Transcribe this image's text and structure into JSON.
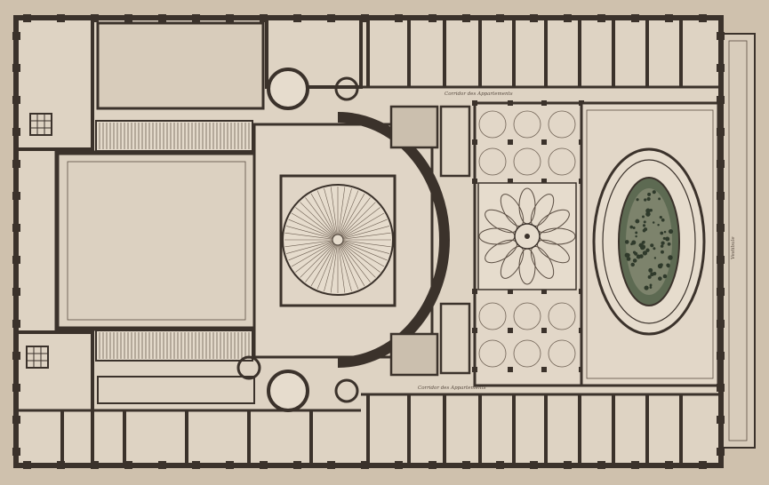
{
  "labels": {
    "upper_corridor": "Corridor des Appartements",
    "lower_corridor": "Corridor des Appartements",
    "vestibule": "Vestibule"
  },
  "colors": {
    "paper": "#cfc1ad",
    "ink": "#3b322b",
    "floor": "#ded3c3",
    "garden": "#5d6a52"
  }
}
